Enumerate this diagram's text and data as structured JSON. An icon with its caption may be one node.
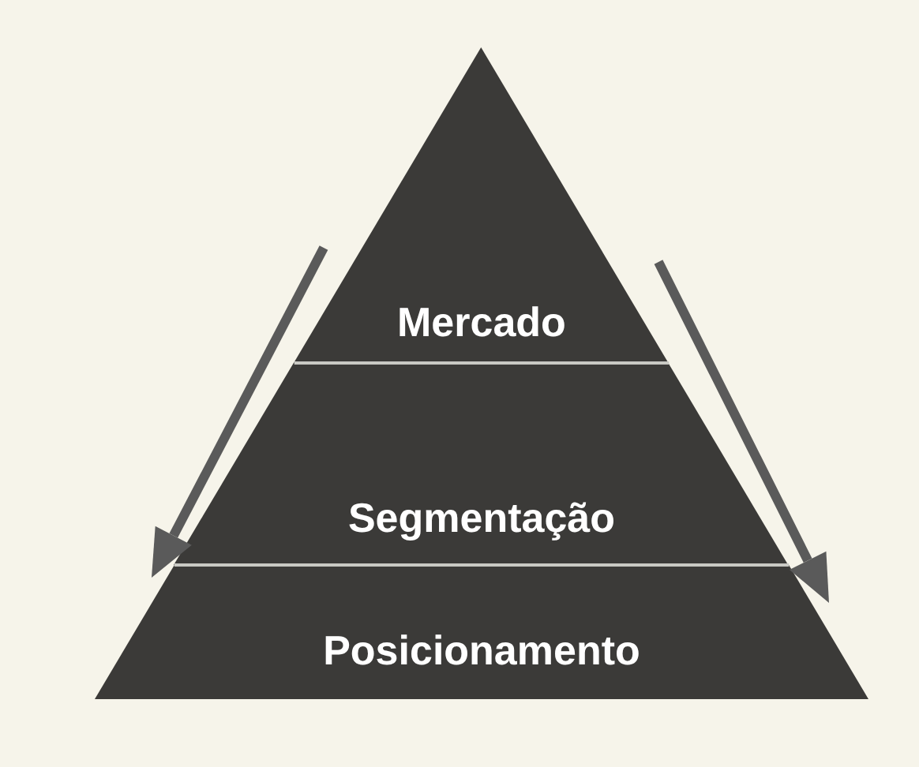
{
  "diagram": {
    "nodes": [
      {
        "text": [
          "Mercado"
        ]
      },
      {
        "text": [
          "Segmentação"
        ]
      },
      {
        "text": [
          "Posicionamento"
        ]
      }
    ]
  }
}
